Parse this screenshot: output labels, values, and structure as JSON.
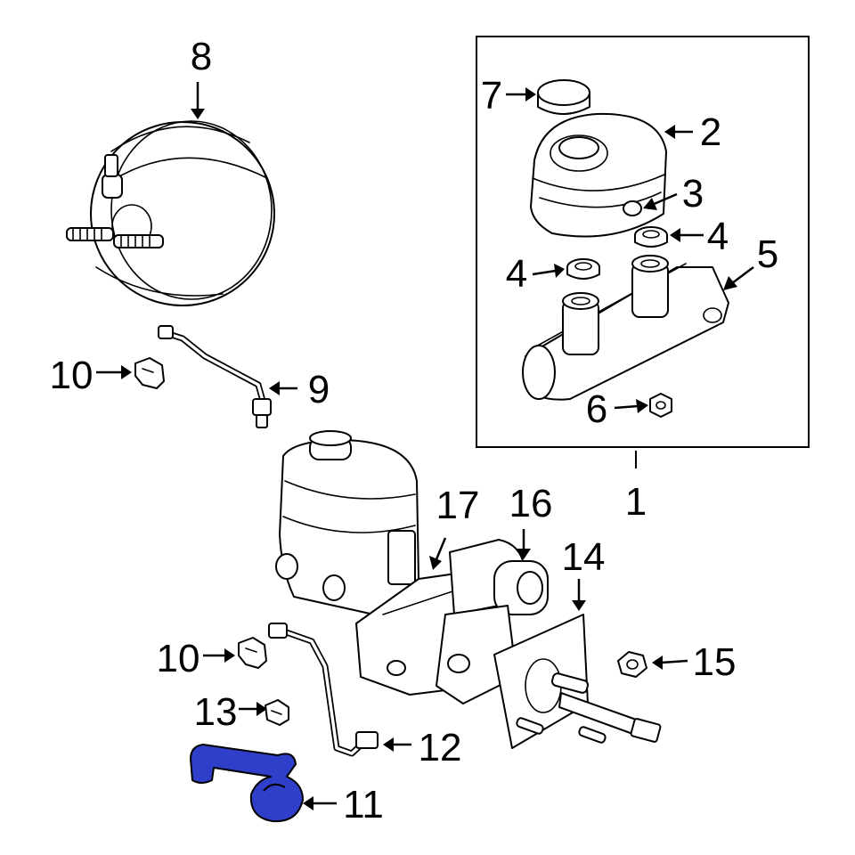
{
  "callouts": {
    "c1": "1",
    "c2": "2",
    "c3": "3",
    "c4a": "4",
    "c4b": "4",
    "c5": "5",
    "c6": "6",
    "c7": "7",
    "c8": "8",
    "c9": "9",
    "c10a": "10",
    "c10b": "10",
    "c11": "11",
    "c12": "12",
    "c13": "13",
    "c14": "14",
    "c15": "15",
    "c16": "16",
    "c17": "17"
  },
  "colors": {
    "highlight": "#2f3fc9",
    "line": "#000000",
    "background": "#ffffff"
  },
  "highlighted_part": "11"
}
